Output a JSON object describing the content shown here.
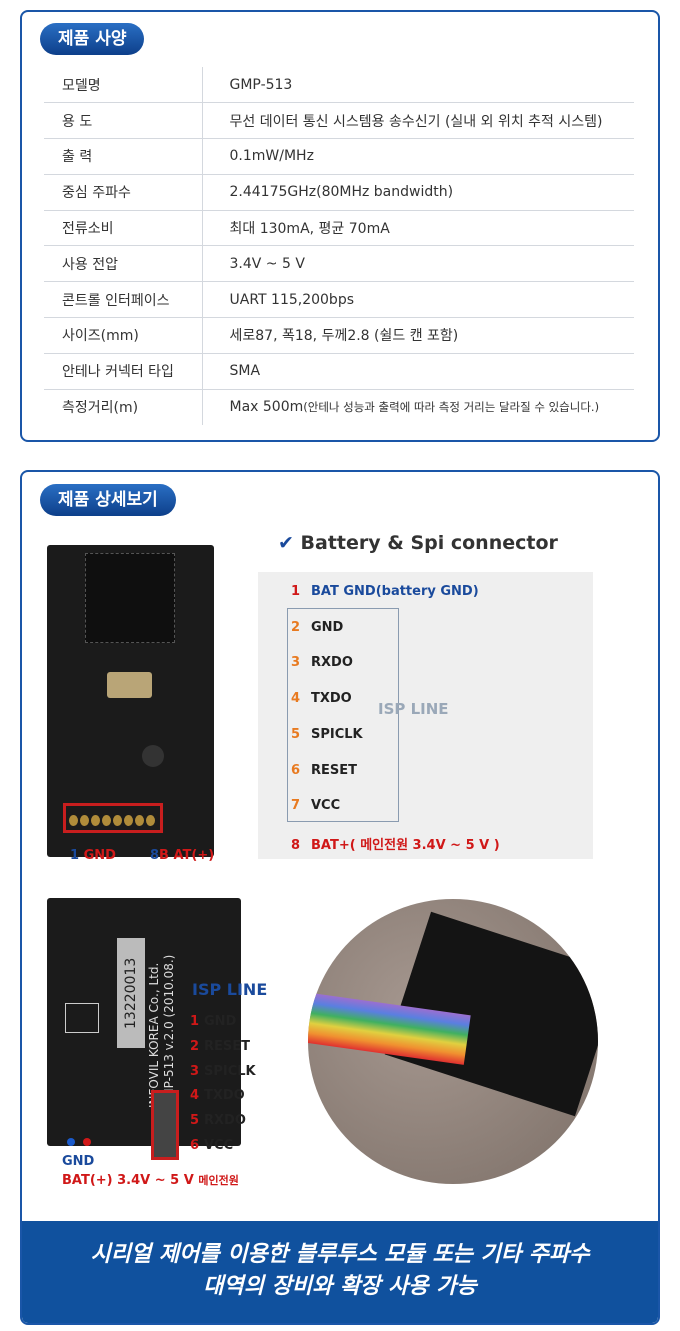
{
  "spec": {
    "title": "제품 사양",
    "rows": [
      {
        "k": "모델명",
        "v": "GMP-513"
      },
      {
        "k": "용 도",
        "v": "무선 데이터 통신 시스템용 송수신기 (실내 외 위치 추적 시스템)"
      },
      {
        "k": "출 력",
        "v": "0.1mW/MHz"
      },
      {
        "k": "중심 주파수",
        "v": "2.44175GHz(80MHz bandwidth)"
      },
      {
        "k": "전류소비",
        "v": "최대 130mA, 평균 70mA"
      },
      {
        "k": "사용 전압",
        "v": "3.4V ~ 5 V"
      },
      {
        "k": "콘트롤 인터페이스",
        "v": "UART 115,200bps"
      },
      {
        "k": "사이즈(mm)",
        "v": "세로87, 폭18, 두께2.8 (쉴드 캔 포함)"
      },
      {
        "k": "안테나 커넥터 타입",
        "v": "SMA"
      },
      {
        "k": "측정거리(m)",
        "v": "Max 500m",
        "note": "(안테나 성능과 출력에 따라 측정 거리는 달라질 수 있습니다.)"
      }
    ]
  },
  "detail": {
    "title": "제품 상세보기",
    "board1": {
      "gnd": "1 GND",
      "bat_num": "8",
      "bat": "B AT(+)"
    },
    "connector": {
      "check": "✔",
      "title": "Battery & Spi connector",
      "isp_label": "ISP LINE",
      "pins": [
        {
          "n": "1",
          "t": "BAT GND(battery GND)"
        },
        {
          "n": "2",
          "t": "GND"
        },
        {
          "n": "3",
          "t": "RXDO"
        },
        {
          "n": "4",
          "t": "TXDO"
        },
        {
          "n": "5",
          "t": "SPICLK"
        },
        {
          "n": "6",
          "t": "RESET"
        },
        {
          "n": "7",
          "t": "VCC"
        },
        {
          "n": "8",
          "t": "BAT+( 메인전원 3.4V ~ 5 V )"
        }
      ]
    },
    "board2": {
      "serial": "13220013",
      "maker": "INFOVIL KOREA Co., Ltd.",
      "version": "GMP-513 v.2.0 (2010.08.)",
      "gnd": "GND",
      "bat": "BAT(+) 3.4V ~ 5 V",
      "bat_note": "메인전원"
    },
    "isp": {
      "title": "ISP LINE",
      "pins": [
        {
          "n": "1",
          "t": "GND"
        },
        {
          "n": "2",
          "t": "RESET"
        },
        {
          "n": "3",
          "t": "SPICLK"
        },
        {
          "n": "4",
          "t": "TXDO"
        },
        {
          "n": "5",
          "t": "RXDO"
        },
        {
          "n": "6",
          "t": "VCC"
        }
      ]
    },
    "banner": {
      "line1": "시리얼 제어를 이용한 블루투스 모듈 또는 기타 주파수",
      "line2": "대역의 장비와 확장 사용 가능"
    }
  }
}
